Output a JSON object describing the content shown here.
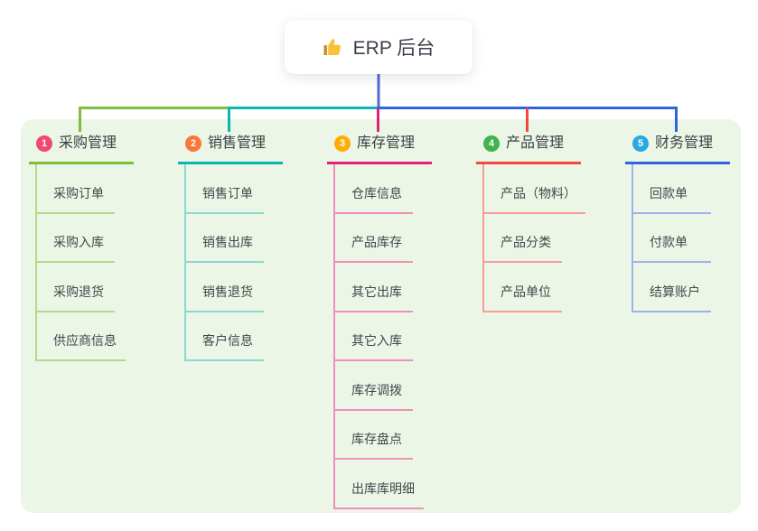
{
  "root": {
    "label": "ERP 后台",
    "icon": "thumbs-up-icon"
  },
  "canvas": {
    "background": "#ffffff",
    "panel_background": "#ecf6e6"
  },
  "connectors": {
    "root_stub_color": "#5767d9"
  },
  "branches": [
    {
      "number": "1",
      "label": "采购管理",
      "badge_color": "#f1486d",
      "line_color": "#80bd3e",
      "light_color": "#b4d88c",
      "items": [
        "采购订单",
        "采购入库",
        "采购退货",
        "供应商信息"
      ]
    },
    {
      "number": "2",
      "label": "销售管理",
      "badge_color": "#f9773a",
      "line_color": "#0ab6b4",
      "light_color": "#8bd8d2",
      "items": [
        "销售订单",
        "销售出库",
        "销售退货",
        "客户信息"
      ]
    },
    {
      "number": "3",
      "label": "库存管理",
      "badge_color": "#ffad05",
      "line_color": "#df2478",
      "light_color": "#f08fbc",
      "items": [
        "仓库信息",
        "产品库存",
        "其它出库",
        "其它入库",
        "库存调拨",
        "库存盘点",
        "出库库明细"
      ]
    },
    {
      "number": "4",
      "label": "产品管理",
      "badge_color": "#41b24e",
      "line_color": "#f4473f",
      "light_color": "#f89d97",
      "items": [
        "产品（物料）",
        "产品分类",
        "产品单位"
      ]
    },
    {
      "number": "5",
      "label": "财务管理",
      "badge_color": "#2aa8e4",
      "line_color": "#2f63df",
      "light_color": "#9db2ea",
      "items": [
        "回款单",
        "付款单",
        "结算账户"
      ]
    }
  ]
}
